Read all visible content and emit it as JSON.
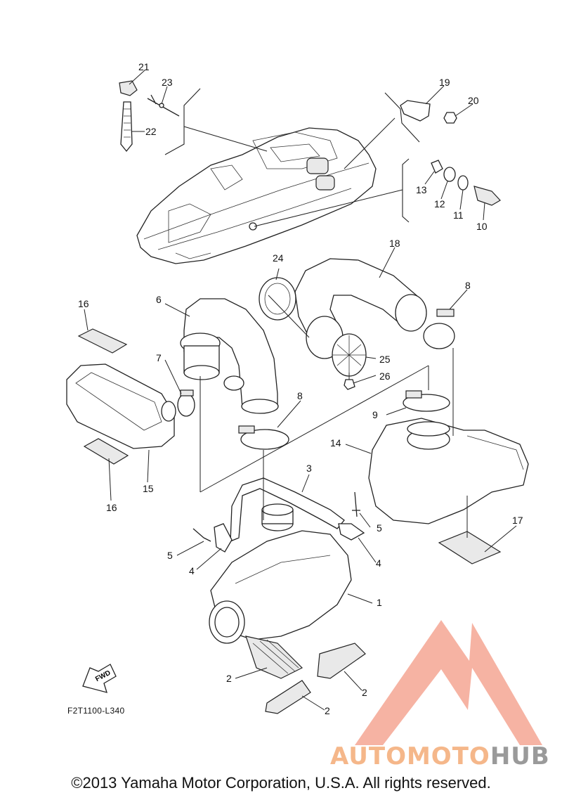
{
  "diagram_code": "F2T1100-L340",
  "fwd_label": "FWD",
  "copyright": "©2013 Yamaha Motor Corporation, U.S.A. All rights reserved.",
  "watermark": {
    "part1": "AUTOMOTO",
    "part2": "HUB",
    "color_accent": "#f08a6a",
    "color_gray": "#9a9a9a"
  },
  "callouts": {
    "c1": "1",
    "c2a": "2",
    "c2b": "2",
    "c2c": "2",
    "c3": "3",
    "c4a": "4",
    "c4b": "4",
    "c5a": "5",
    "c5b": "5",
    "c6": "6",
    "c7": "7",
    "c8a": "8",
    "c8b": "8",
    "c9": "9",
    "c10": "10",
    "c11": "11",
    "c12": "12",
    "c13": "13",
    "c14": "14",
    "c15": "15",
    "c16a": "16",
    "c16b": "16",
    "c17": "17",
    "c18": "18",
    "c19": "19",
    "c20": "20",
    "c21": "21",
    "c22": "22",
    "c23": "23",
    "c24": "24",
    "c25": "25",
    "c26": "26"
  }
}
